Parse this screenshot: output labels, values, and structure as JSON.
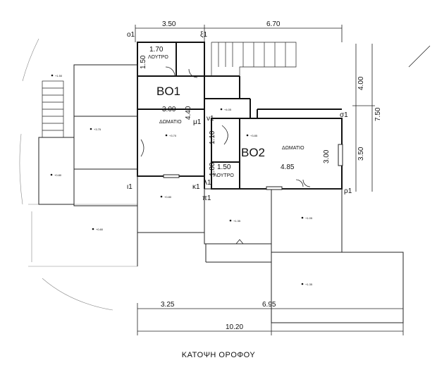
{
  "caption": "ΚΑΤΟΨΗ ΟΡΟΦΟΥ",
  "dimensions": {
    "top_left": "3.50",
    "top_right": "6.70",
    "bath1_w": "1.70",
    "bath1_h": "1.50",
    "bo1_w": "3.00",
    "bo1_h": "4.40",
    "corr_1": "1.10",
    "corr_2": "1.80",
    "bath2_w": "1.50",
    "bo2_w": "4.85",
    "bo2_h": "3.00",
    "right_upper": "4.00",
    "right_total": "7.50",
    "right_lower": "3.50",
    "bottom_left": "3.25",
    "bottom_right": "6.95",
    "bottom_total": "10.20"
  },
  "rooms": {
    "bo1": "BO1",
    "bo2": "BO2",
    "room_label_1": "ΔΩΜΑΤΙΟ",
    "room_label_2": "ΔΩΜΑΤΙΟ",
    "bath_label_1": "ΛΟΥΤΡΟ",
    "bath_label_2": "ΛΟΥΤΡΟ"
  },
  "axes": {
    "o1": "ο1",
    "xi1": "ξ1",
    "mu1": "μ1",
    "nu1": "ν1",
    "lambda1": "λ1",
    "kappa1": "κ1",
    "pi1": "π1",
    "iota1": "ι1",
    "sigma1": "σ1",
    "rho1": "ρ1"
  },
  "levels": {
    "l1": "+1.50",
    "l2": "+3.75",
    "l3": "+3.70",
    "l4": "+0.80",
    "l5": "+4.05",
    "l6": "+3.85",
    "l7": "+0.80",
    "l8": "+1.35",
    "l9": "+1.05",
    "l10": "+0.80",
    "l11": "+1.35"
  }
}
